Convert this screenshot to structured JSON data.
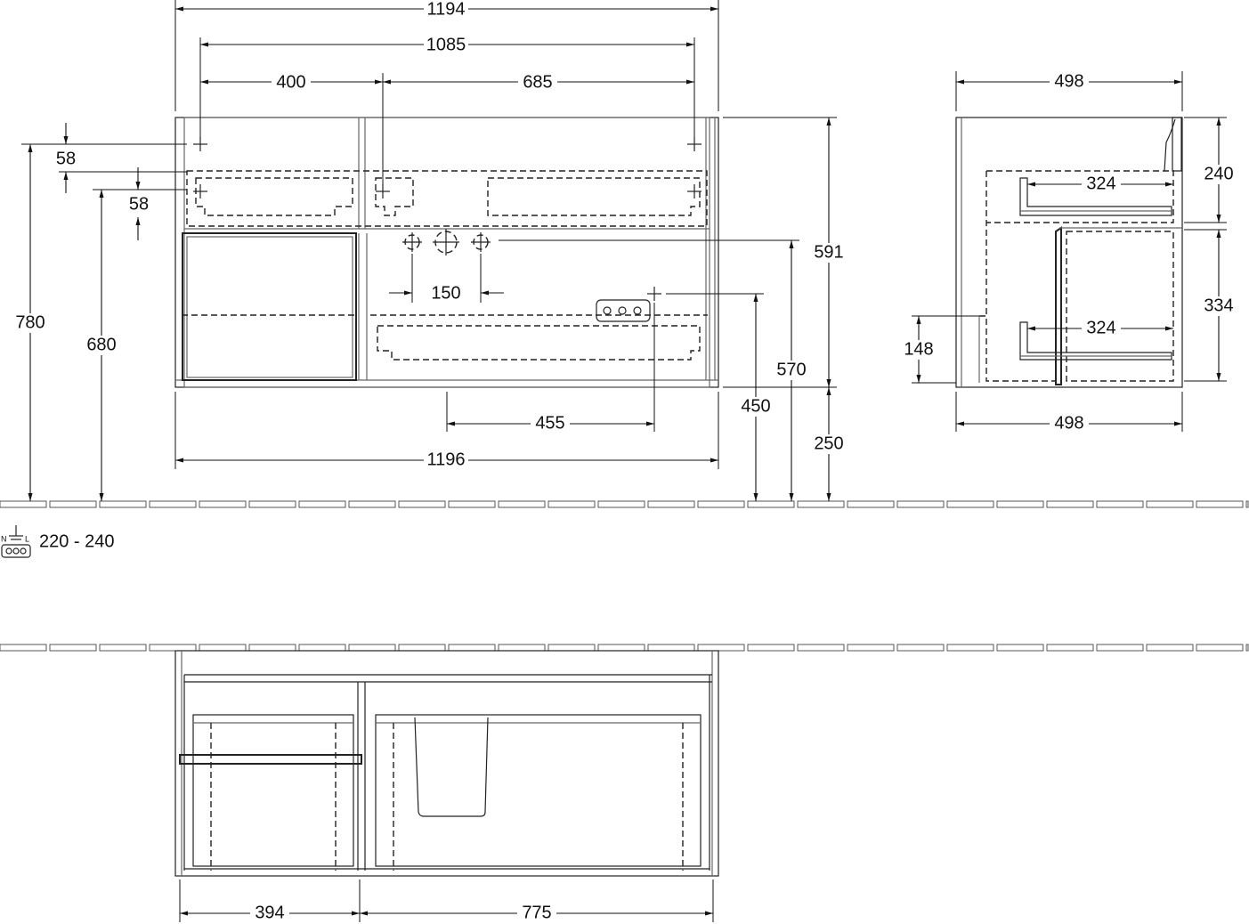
{
  "front_view": {
    "dimensions": {
      "overall_width_top": "1194",
      "mounting_span": "1085",
      "left_section": "400",
      "right_section": "685",
      "top_offset_1": "58",
      "top_offset_2": "58",
      "tap_spacing": "150",
      "socket_offset": "455",
      "overall_width_bottom": "1196",
      "height_total": "780",
      "height_rail": "680",
      "cabinet_height": "591",
      "tap_height": "570",
      "socket_height": "450",
      "floor_clearance": "250"
    }
  },
  "side_view": {
    "dimensions": {
      "depth_top": "498",
      "depth_bottom": "498",
      "drawer_depth_upper": "324",
      "drawer_depth_lower": "324",
      "upper_height": "240",
      "lower_height": "334",
      "lower_offset": "148"
    }
  },
  "electrical": {
    "symbol": "socket-symbol",
    "terminal_labels": [
      "N",
      "L"
    ],
    "voltage": "220 - 240"
  },
  "plan_view": {
    "dimensions": {
      "left_width": "394",
      "right_width": "775"
    }
  }
}
